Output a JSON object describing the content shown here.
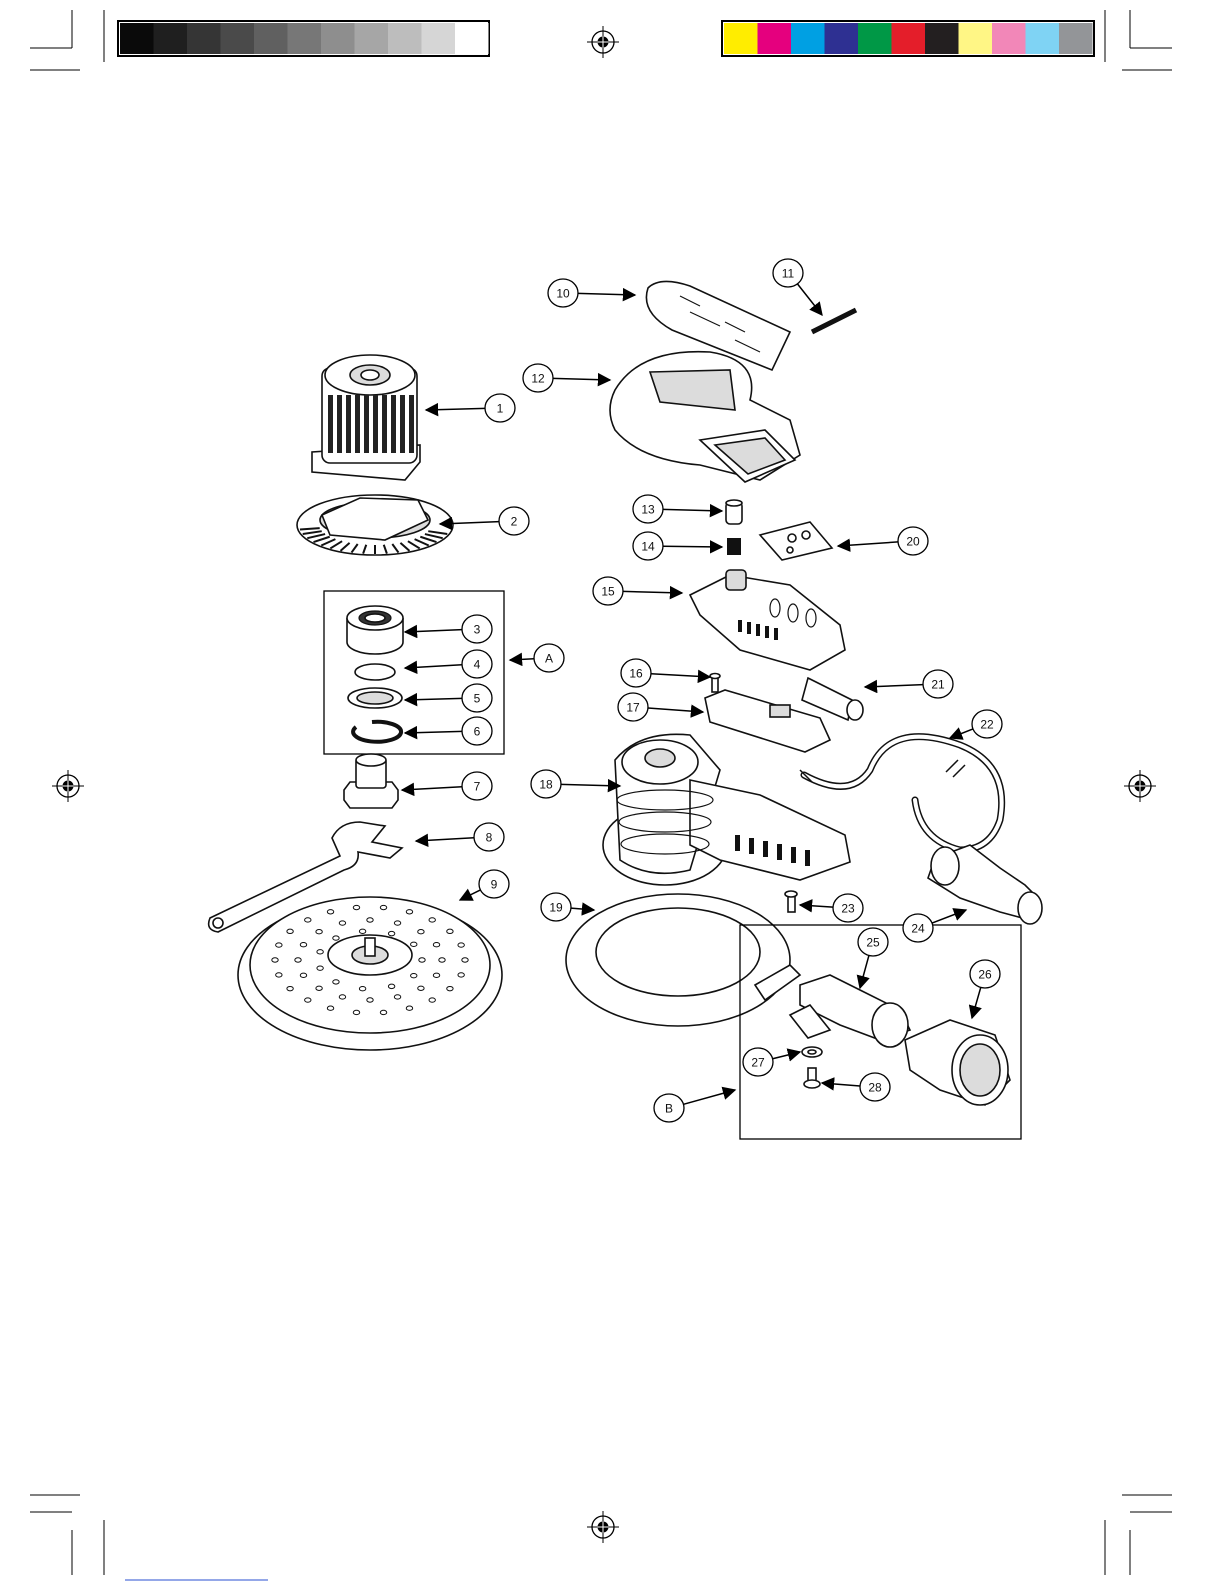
{
  "color_bar": {
    "greys": [
      "#0a0a0a",
      "#1f1f1f",
      "#353535",
      "#4a4a4a",
      "#606060",
      "#777777",
      "#8e8e8e",
      "#a6a6a6",
      "#bdbdbd",
      "#d6d6d6",
      "#ffffff"
    ],
    "colors": [
      "#ffed00",
      "#e5007e",
      "#00a0e3",
      "#2e3092",
      "#009846",
      "#e41e2a",
      "#231f20",
      "#fff685",
      "#f287b8",
      "#7fd3f4",
      "#939598"
    ]
  },
  "callouts": [
    {
      "id": "c1",
      "label": "1"
    },
    {
      "id": "c2",
      "label": "2"
    },
    {
      "id": "c3",
      "label": "3"
    },
    {
      "id": "c4",
      "label": "4"
    },
    {
      "id": "c5",
      "label": "5"
    },
    {
      "id": "c6",
      "label": "6"
    },
    {
      "id": "cA",
      "label": "A"
    },
    {
      "id": "c7",
      "label": "7"
    },
    {
      "id": "c8",
      "label": "8"
    },
    {
      "id": "c9",
      "label": "9"
    },
    {
      "id": "c10",
      "label": "10"
    },
    {
      "id": "c11",
      "label": "11"
    },
    {
      "id": "c12",
      "label": "12"
    },
    {
      "id": "c13",
      "label": "13"
    },
    {
      "id": "c14",
      "label": "14"
    },
    {
      "id": "c15",
      "label": "15"
    },
    {
      "id": "c16",
      "label": "16"
    },
    {
      "id": "c17",
      "label": "17"
    },
    {
      "id": "c18",
      "label": "18"
    },
    {
      "id": "c19",
      "label": "19"
    },
    {
      "id": "c20",
      "label": "20"
    },
    {
      "id": "c21",
      "label": "21"
    },
    {
      "id": "c22",
      "label": "22"
    },
    {
      "id": "c23",
      "label": "23"
    },
    {
      "id": "c24",
      "label": "24"
    },
    {
      "id": "c25",
      "label": "25"
    },
    {
      "id": "c26",
      "label": "26"
    },
    {
      "id": "c27",
      "label": "27"
    },
    {
      "id": "c28",
      "label": "28"
    },
    {
      "id": "cB",
      "label": "B"
    }
  ]
}
